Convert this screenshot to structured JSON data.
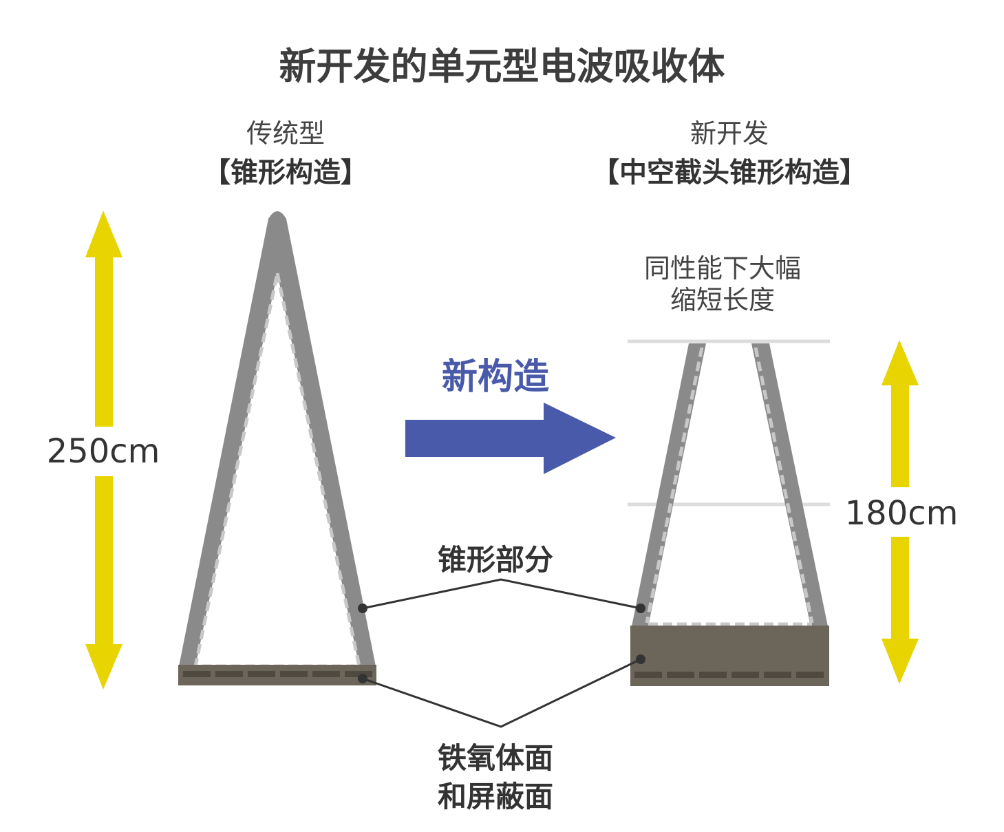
{
  "title": "新开发的单元型电波吸收体",
  "left": {
    "subtitle": "传统型",
    "structure": "【锥形构造】",
    "height": "250cm"
  },
  "right": {
    "subtitle": "新开发",
    "structure": "【中空截头锥形构造】",
    "note_line1": "同性能下大幅",
    "note_line2": "缩短长度",
    "height": "180cm"
  },
  "arrow_label": "新构造",
  "labels": {
    "taper": "锥形部分",
    "ferrite_line1": "铁氧体面",
    "ferrite_line2": "和屏蔽面"
  },
  "colors": {
    "height_arrow": "#e8d400",
    "new_arrow": "#4a5aaa",
    "cone": "#8a8a8a",
    "base": "#6b655a"
  }
}
